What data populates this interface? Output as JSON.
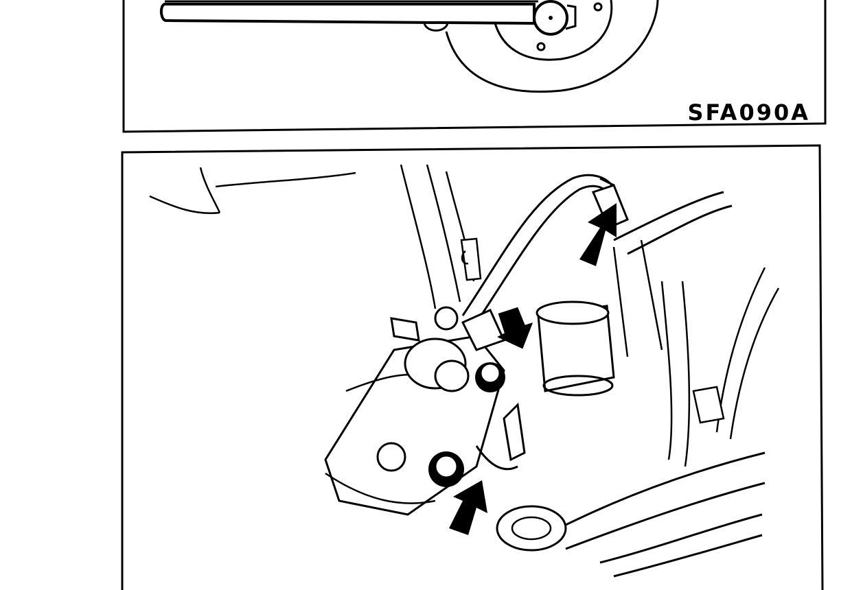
{
  "figures": [
    {
      "id": "top",
      "label": "SFA090A",
      "icon": "tool-on-brake-disc-illustration"
    },
    {
      "id": "bottom",
      "label": "",
      "icon": "brake-caliper-assembly-illustration"
    }
  ],
  "colors": {
    "ink": "#000000",
    "paper": "#ffffff"
  }
}
